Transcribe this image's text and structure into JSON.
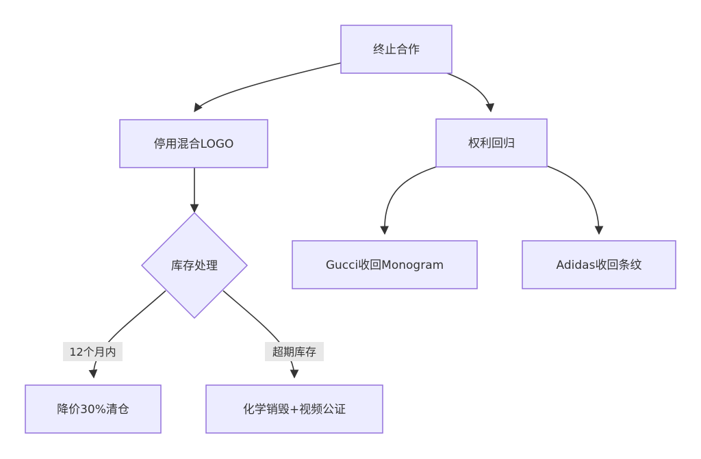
{
  "diagram": {
    "nodes": {
      "terminate": "终止合作",
      "stop_logo": "停用混合LOGO",
      "rights_return": "权利回归",
      "inventory": "库存处理",
      "gucci": "Gucci收回Monogram",
      "adidas": "Adidas收回条纹",
      "discount": "降价30%清仓",
      "destroy": "化学销毁+视频公证"
    },
    "edges": {
      "within_12_months": "12个月内",
      "overdue_inventory": "超期库存"
    }
  }
}
